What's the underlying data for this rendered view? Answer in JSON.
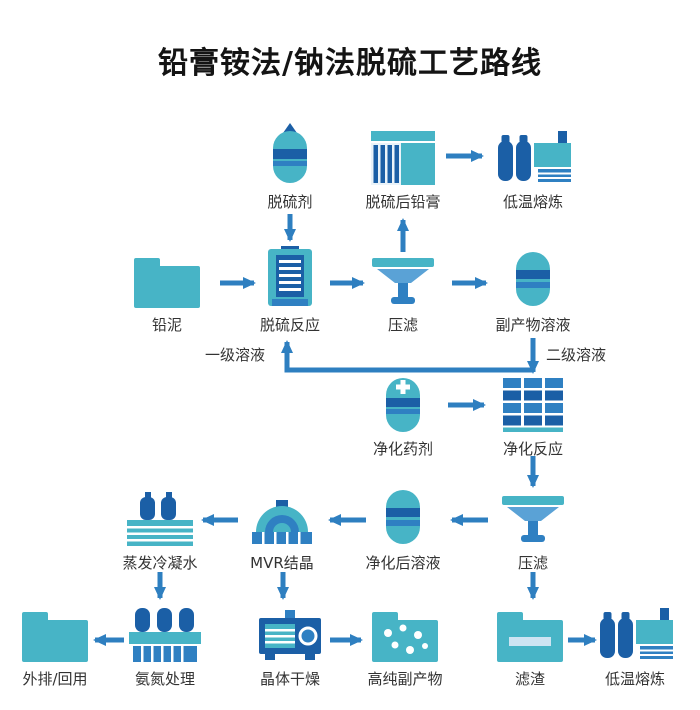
{
  "title": "铅膏铵法/钠法脱硫工艺路线",
  "colors": {
    "teal": "#47b4c6",
    "dark_blue": "#1b5fa6",
    "mid_blue": "#2f80c2",
    "bowl_blue": "#5aa2d6",
    "light_stripe": "#cde4f2",
    "arrow_blue": "#2e7fc0",
    "title_text": "#141414",
    "label_text": "#333333"
  },
  "nodes": [
    {
      "id": "desulfurizer",
      "label": "脱硫剂"
    },
    {
      "id": "desulfurized-lead-paste",
      "label": "脱硫后铅膏"
    },
    {
      "id": "low-temp-smelting-top",
      "label": "低温熔炼"
    },
    {
      "id": "lead-mud",
      "label": "铅泥"
    },
    {
      "id": "desulfurization-reaction",
      "label": "脱硫反应"
    },
    {
      "id": "press-filter-1",
      "label": "压滤"
    },
    {
      "id": "byproduct-solution",
      "label": "副产物溶液"
    },
    {
      "id": "purification-agent",
      "label": "净化药剂"
    },
    {
      "id": "purification-reaction",
      "label": "净化反应"
    },
    {
      "id": "press-filter-2",
      "label": "压滤"
    },
    {
      "id": "purified-solution",
      "label": "净化后溶液"
    },
    {
      "id": "mvr-crystallization",
      "label": "MVR结晶"
    },
    {
      "id": "evaporation-condensate",
      "label": "蒸发冷凝水"
    },
    {
      "id": "discharge-reuse",
      "label": "外排/回用"
    },
    {
      "id": "ammonia-nitrogen-treatment",
      "label": "氨氮处理"
    },
    {
      "id": "crystal-drying",
      "label": "晶体干燥"
    },
    {
      "id": "high-purity-byproduct",
      "label": "高纯副产物"
    },
    {
      "id": "filter-residue",
      "label": "滤渣"
    },
    {
      "id": "low-temp-smelting-bottom",
      "label": "低温熔炼"
    }
  ],
  "edge_labels": {
    "primary": "一级溶液",
    "secondary": "二级溶液"
  }
}
